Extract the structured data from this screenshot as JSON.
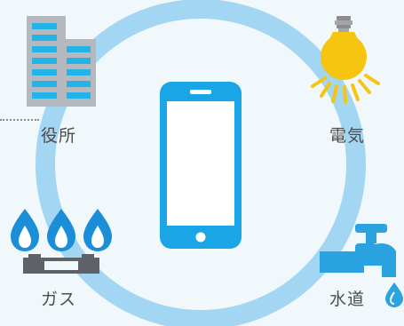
{
  "labels": {
    "city_office": "役所",
    "electricity": "電気",
    "gas": "ガス",
    "water": "水道"
  },
  "colors": {
    "background": "#f1f8fc",
    "ring": "#a3d6f2",
    "phone": "#1aa6e6",
    "building_gray": "#b5b9bd",
    "building_window": "#22b4e8",
    "bulb_yellow": "#f6c50f",
    "flame_blue": "#1a8fd8",
    "stove_gray": "#5e6266",
    "faucet_blue": "#2aa3e0"
  },
  "icons": [
    "building-icon",
    "lightbulb-icon",
    "gas-stove-icon",
    "water-faucet-icon",
    "smartphone-icon"
  ]
}
